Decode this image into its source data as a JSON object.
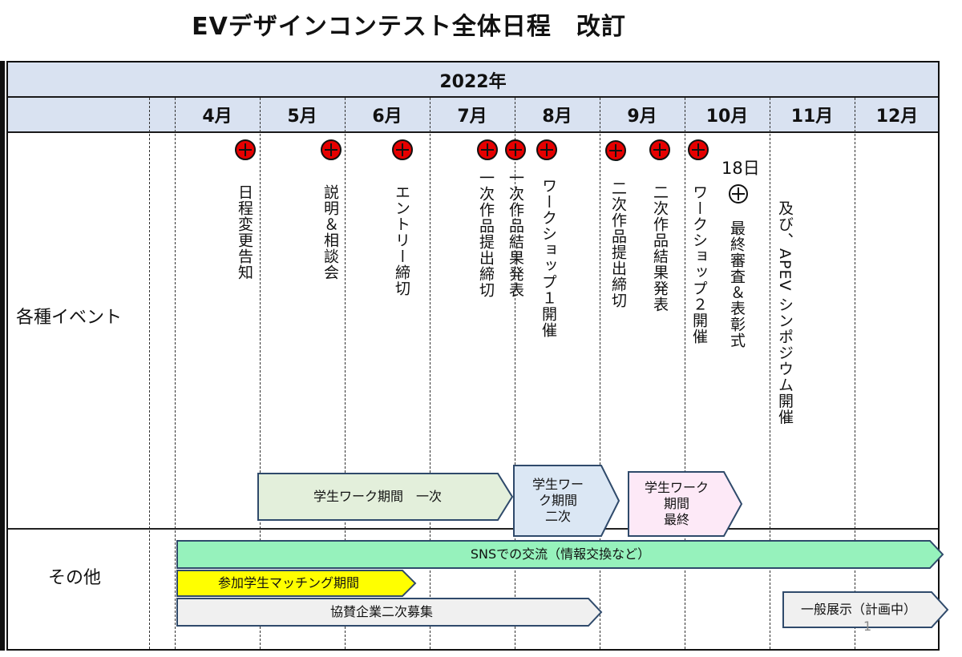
{
  "title": "EVデザインコンテスト全体日程　改訂",
  "year": "2022年",
  "months": [
    "4月",
    "5月",
    "6月",
    "7月",
    "8月",
    "9月",
    "10月",
    "11月",
    "12月"
  ],
  "row_labels": {
    "events": "各種イベント",
    "other": "その他"
  },
  "events": [
    {
      "label": "日程変更告知"
    },
    {
      "label": "説明＆相談会"
    },
    {
      "label": "エントリー締切"
    },
    {
      "label": "一次作品提出締切"
    },
    {
      "label": "一次作品結果発表"
    },
    {
      "label": "ワークショップ１開催"
    },
    {
      "label": "二次作品提出締切"
    },
    {
      "label": "二次作品結果発表"
    },
    {
      "label": "ワークショップ２開催"
    },
    {
      "label": "最終審査＆表彰式"
    },
    {
      "label": "及び、APEV シンポジウム開催"
    }
  ],
  "final_day": "18日",
  "work_periods": [
    {
      "label": "学生ワーク期間　一次",
      "color": "#e3efdb"
    },
    {
      "line1": "学生ワー",
      "line2": "ク期間",
      "line3": "二次",
      "color": "#dbe7f4"
    },
    {
      "line1": "学生ワーク",
      "line2": "期間",
      "line3": "最終",
      "color": "#fde9f7"
    }
  ],
  "other_bars": [
    {
      "label": "SNSでの交流（情報交換など）",
      "color": "#96f2bc"
    },
    {
      "label": "参加学生マッチング期間",
      "color": "#ffff00"
    },
    {
      "label": "協賛企業二次募集",
      "color": "#f0f0f0"
    },
    {
      "label": "一般展示（計画中）",
      "color": "#f0f0f0"
    }
  ],
  "page_number": "1",
  "colors": {
    "header_band": "#d9e2f1",
    "marker": "#e60000"
  },
  "icons": {
    "event_marker": "red-circled-plus-icon",
    "final_marker": "circled-plus-icon"
  }
}
